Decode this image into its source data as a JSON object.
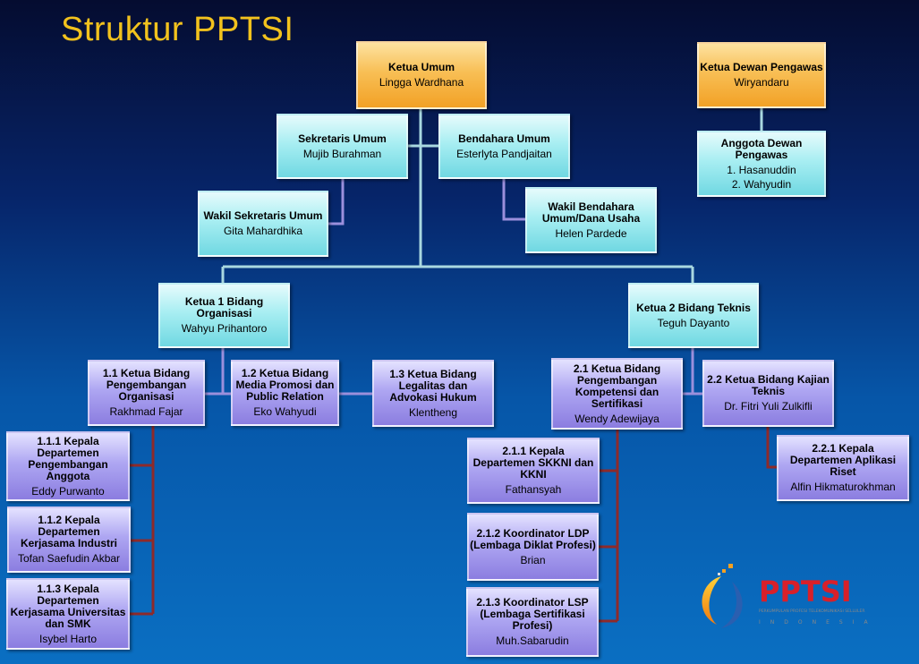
{
  "title": "Struktur PPTSI",
  "nodes": [
    {
      "id": "ketua-umum",
      "role": "Ketua Umum",
      "names": [
        "Lingga Wardhana"
      ],
      "style": "orange"
    },
    {
      "id": "ketua-dewan-pengawas",
      "role": "Ketua Dewan Pengawas",
      "names": [
        "Wiryandaru"
      ],
      "style": "orange"
    },
    {
      "id": "anggota-dewan-pengawas",
      "role": "Anggota Dewan Pengawas",
      "names": [
        "1. Hasanuddin",
        "2. Wahyudin"
      ],
      "style": "cyan"
    },
    {
      "id": "sekretaris-umum",
      "role": "Sekretaris Umum",
      "names": [
        "Mujib Burahman"
      ],
      "style": "cyan"
    },
    {
      "id": "bendahara-umum",
      "role": "Bendahara Umum",
      "names": [
        "Esterlyta Pandjaitan"
      ],
      "style": "cyan"
    },
    {
      "id": "wakil-sekretaris-umum",
      "role": "Wakil Sekretaris Umum",
      "names": [
        "Gita Mahardhika"
      ],
      "style": "cyan"
    },
    {
      "id": "wakil-bendahara-umum",
      "role": "Wakil Bendahara Umum/Dana Usaha",
      "names": [
        "Helen Pardede"
      ],
      "style": "cyan"
    },
    {
      "id": "ketua-1",
      "role": "Ketua 1 Bidang Organisasi",
      "names": [
        "Wahyu Prihantoro"
      ],
      "style": "cyan"
    },
    {
      "id": "ketua-2",
      "role": "Ketua 2 Bidang Teknis",
      "names": [
        "Teguh Dayanto"
      ],
      "style": "cyan"
    },
    {
      "id": "bidang-1-1",
      "role": "1.1 Ketua Bidang Pengembangan Organisasi",
      "names": [
        "Rakhmad Fajar"
      ],
      "style": "purple"
    },
    {
      "id": "bidang-1-2",
      "role": "1.2 Ketua Bidang Media Promosi dan Public Relation",
      "names": [
        "Eko Wahyudi"
      ],
      "style": "purple"
    },
    {
      "id": "bidang-1-3",
      "role": "1.3 Ketua Bidang Legalitas dan Advokasi Hukum",
      "names": [
        "Klentheng"
      ],
      "style": "purple"
    },
    {
      "id": "bidang-2-1",
      "role": "2.1 Ketua Bidang Pengembangan Kompetensi dan Sertifikasi",
      "names": [
        "Wendy Adewijaya"
      ],
      "style": "purple"
    },
    {
      "id": "bidang-2-2",
      "role": "2.2 Ketua Bidang Kajian Teknis",
      "names": [
        "Dr. Fitri Yuli Zulkifli"
      ],
      "style": "purple"
    },
    {
      "id": "dept-1-1-1",
      "role": "1.1.1 Kepala Departemen Pengembangan Anggota",
      "names": [
        "Eddy Purwanto"
      ],
      "style": "purple"
    },
    {
      "id": "dept-1-1-2",
      "role": "1.1.2 Kepala Departemen Kerjasama Industri",
      "names": [
        "Tofan Saefudin Akbar"
      ],
      "style": "purple"
    },
    {
      "id": "dept-1-1-3",
      "role": "1.1.3 Kepala Departemen Kerjasama Universitas dan SMK",
      "names": [
        "Isybel Harto"
      ],
      "style": "purple"
    },
    {
      "id": "dept-2-1-1",
      "role": "2.1.1 Kepala Departemen SKKNI dan KKNI",
      "names": [
        "Fathansyah"
      ],
      "style": "purple"
    },
    {
      "id": "koord-2-1-2",
      "role": "2.1.2 Koordinator LDP (Lembaga Diklat Profesi)",
      "names": [
        "Brian"
      ],
      "style": "purple"
    },
    {
      "id": "koord-2-1-3",
      "role": "2.1.3 Koordinator LSP (Lembaga Sertifikasi Profesi)",
      "names": [
        "Muh.Sabarudin"
      ],
      "style": "purple"
    },
    {
      "id": "dept-2-2-1",
      "role": "2.2.1 Kepala Departemen Aplikasi Riset",
      "names": [
        "Alfin Hikmaturokhman"
      ],
      "style": "purple"
    }
  ],
  "logo": {
    "text": "PPTSI",
    "tagline": "PERKUMPULAN PROFESI TELEKOMUNIKASI SELLULER",
    "country": "INDONESIA"
  },
  "colors": {
    "title": "#f2c21d",
    "connector_top": "#a9d8e0",
    "connector_mid": "#9b8fdc",
    "connector_sub": "#8e2a2a",
    "logo_red": "#d8202a"
  }
}
